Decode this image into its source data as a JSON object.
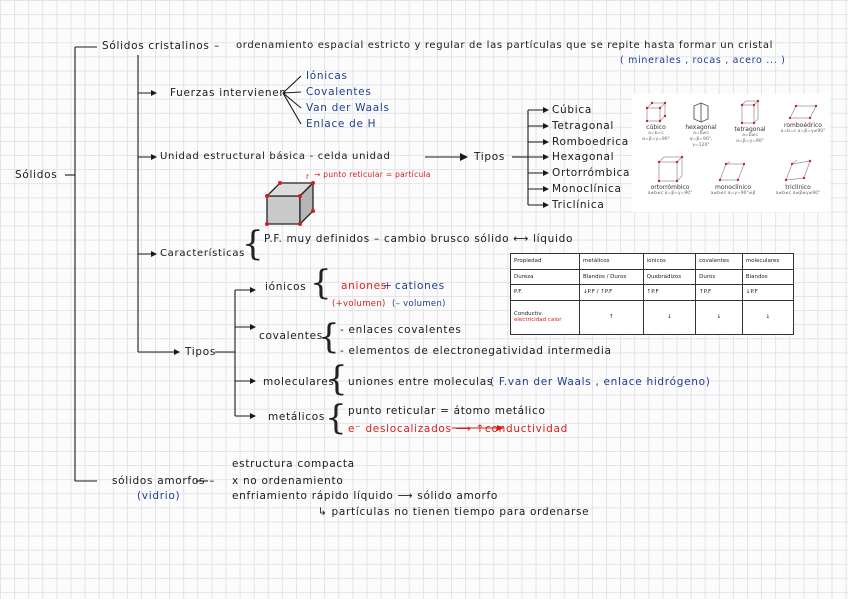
{
  "root": "Sólidos",
  "crystalline": {
    "title": "Sólidos cristalinos",
    "dash": "–",
    "definition": "ordenamiento espacial estricto y regular de las partículas que se repite hasta formar un cristal",
    "examples": "( minerales , rocas ,  acero ... )",
    "forces": {
      "label": "Fuerzas intervienen",
      "items": [
        "Iónicas",
        "Covalentes",
        "Van der Waals",
        "Enlace de H"
      ]
    },
    "unit": {
      "label": "Unidad estructural básica - celda unidad",
      "tipos_label": "Tipos",
      "types": [
        "Cúbica",
        "Tetragonal",
        "Romboedrica",
        "Hexagonal",
        "Ortorrómbica",
        "Monoclínica",
        "Triclínica"
      ],
      "lattice_note": "→ punto reticular = partícula",
      "lattice_mark": "r"
    },
    "characteristics": {
      "label": "Características",
      "pf": "P.F. muy definidos – cambio brusco sólido ⟷ líquido"
    },
    "types": {
      "label": "Tipos",
      "ionic": {
        "label": "iónicos",
        "anions": "aniones",
        "plus": "+",
        "cations": "cationes",
        "anion_note": "(+volumen)",
        "cation_note": "(– volumen)"
      },
      "covalent": {
        "label": "covalentes",
        "line1": "- enlaces covalentes",
        "line2": "- elementos de electronegatividad intermedia"
      },
      "molecular": {
        "label": "moleculares",
        "text": "uniones entre moleculas",
        "note": "( F.van der Waals , enlace hidrógeno)"
      },
      "metallic": {
        "label": "metálicos",
        "line1": "punto reticular = átomo metálico",
        "line2": "e⁻ deslocalizados ⟶ ↑conductividad"
      }
    }
  },
  "amorphous": {
    "title": "sólidos amorfos –",
    "example": "(vidrio)",
    "line1": "estructura compacta",
    "line2": "x no ordenamiento",
    "line3": "enfriamiento rápido líquido ⟶ sólido amorfo",
    "line4": "↳ partículas no tienen tiempo para ordenarse"
  },
  "crystal_systems": [
    {
      "name": "cúbico",
      "params": "a=b=c  α=β=γ=90°"
    },
    {
      "name": "hexagonal",
      "params": "a=b≠c  α=β=90°, γ=120°"
    },
    {
      "name": "tetragonal",
      "params": "a=b≠c  α=β=γ=90°"
    },
    {
      "name": "romboédrico",
      "params": "a=b=c  α=β=γ≠90°"
    },
    {
      "name": "ortorrómbico",
      "params": "a≠b≠c  α=β=γ=90°"
    },
    {
      "name": "monoclínico",
      "params": "a≠b≠c  α=γ=90°≠β"
    },
    {
      "name": "triclínico",
      "params": "a≠b≠c  α≠β≠γ≠90°"
    }
  ],
  "properties_table": {
    "header": [
      "Propiedad",
      "metálicos",
      "iónicos",
      "covalentes",
      "moleculares"
    ],
    "rows": [
      [
        "Dureza",
        "Blandos / Duros",
        "Quebradizos",
        "Duros",
        "Blandos"
      ],
      [
        "P.F.",
        "↓P.F / ↑P.F",
        "↑P.F",
        "↑P.F",
        "↓P.F"
      ]
    ],
    "last_row": {
      "label": "Conductiv.",
      "sub": "electricidad calor",
      "values": [
        "↑",
        "↓",
        "↓",
        "↓"
      ]
    }
  },
  "colors": {
    "ink": "#1a1a1a",
    "blue": "#1e3f8f",
    "red": "#d91c1c",
    "grid": "#e3e3e8"
  }
}
